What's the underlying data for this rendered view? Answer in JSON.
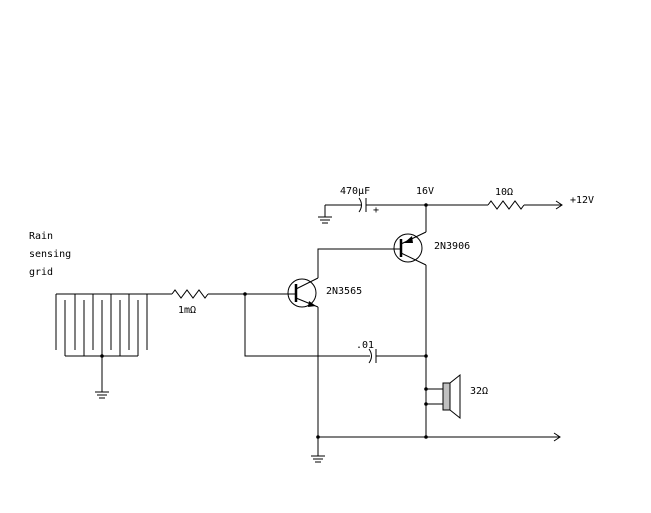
{
  "labels": {
    "grid_line1": "Rain",
    "grid_line2": "sensing",
    "grid_line3": "grid",
    "resistor_1m": "1mΩ",
    "transistor_npn": "2N3565",
    "transistor_pnp": "2N3906",
    "cap_470": "470µF",
    "cap_plus": "+",
    "node_16v": "16V",
    "resistor_10": "10Ω",
    "supply": "+12V",
    "cap_01": ".01",
    "speaker": "32Ω"
  }
}
